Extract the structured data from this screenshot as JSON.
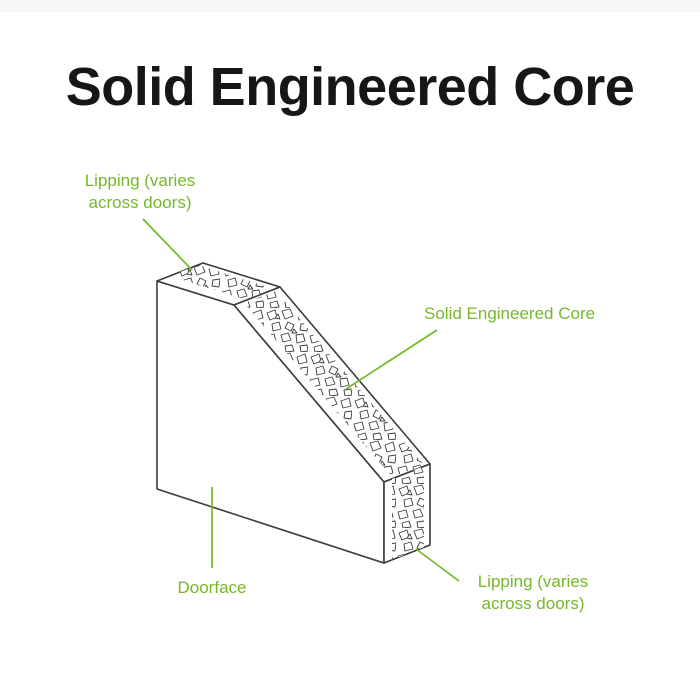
{
  "page": {
    "title": "Solid Engineered Core"
  },
  "labels": {
    "lipping_top": "Lipping (varies\nacross doors)",
    "core": "Solid Engineered Core",
    "doorface": "Doorface",
    "lipping_bottom": "Lipping (varies\nacross doors)"
  },
  "colors": {
    "accent_green": "#76b82a",
    "outline": "#3c3c3c",
    "title_text": "#161616"
  },
  "diagram": {
    "type": "isometric-door-cutaway",
    "description": "Corner section of a door showing lipping edges, solid engineered core at the diagonal cut, and the doorface panel"
  }
}
